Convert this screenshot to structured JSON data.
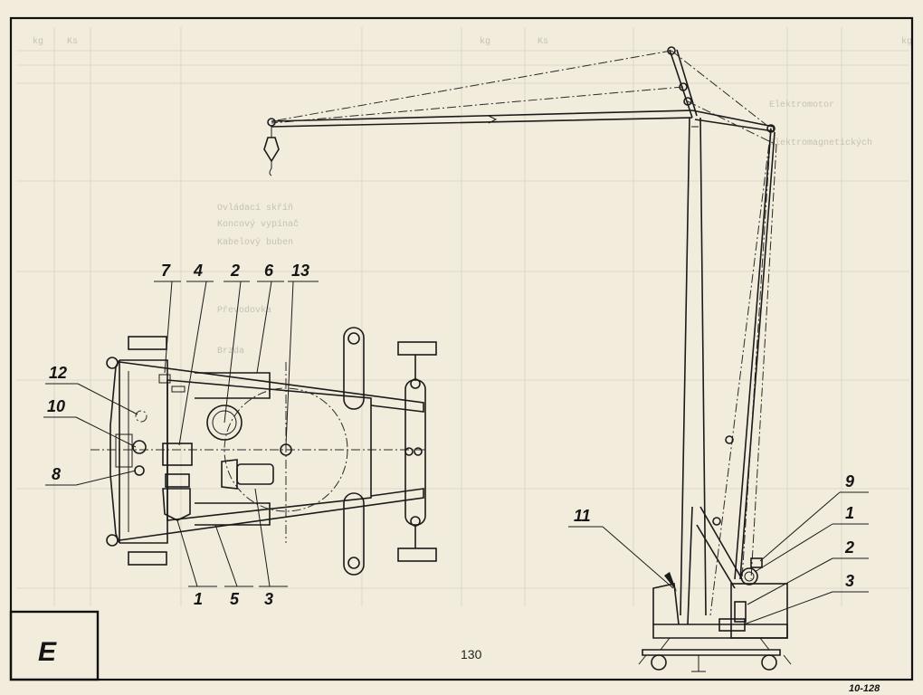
{
  "page": {
    "corner_letter": "E",
    "page_number": "130",
    "sheet_reference": "10-128",
    "palette": {
      "paper": "#f1ecdc",
      "ink": "#1b1b1b",
      "ghost": "#c6c2b4"
    }
  },
  "plan_view": {
    "top_callouts": [
      "7",
      "4",
      "2",
      "6",
      "13"
    ],
    "left_callouts": [
      "12",
      "10",
      "8"
    ],
    "bottom_callouts": [
      "1",
      "5",
      "3"
    ]
  },
  "side_view": {
    "callouts": [
      "11",
      "9",
      "1",
      "2",
      "3"
    ]
  },
  "ghost_text": {
    "header_row": [
      "kg",
      "Ks",
      "kg",
      "Ks",
      "kg"
    ],
    "rows": [
      "Elektromotor",
      "Elektromagnetických",
      "Ovládací skříň",
      "Koncový vypínač",
      "Kabelový buben",
      "Převodovka",
      "Brzda"
    ]
  }
}
